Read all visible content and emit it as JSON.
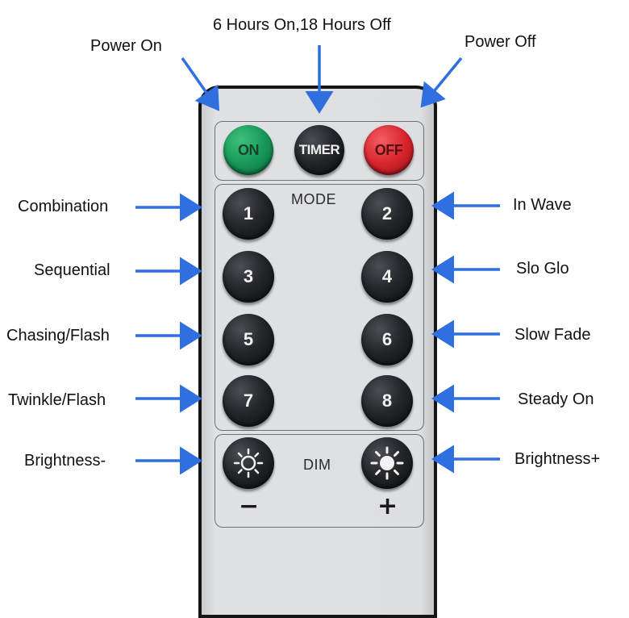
{
  "callouts": {
    "top": "6 Hours On,18 Hours Off",
    "power_on": "Power On",
    "power_off": "Power Off",
    "combination": "Combination",
    "in_wave": "In Wave",
    "sequential": "Sequential",
    "slo_glo": "Slo Glo",
    "chasing_flash": "Chasing/Flash",
    "slow_fade": "Slow Fade",
    "twinkle_flash": "Twinkle/Flash",
    "steady_on": "Steady On",
    "brightness_minus": "Brightness-",
    "brightness_plus": "Brightness+"
  },
  "remote": {
    "on_label": "ON",
    "timer_label": "TIMER",
    "off_label": "OFF",
    "mode_label": "MODE",
    "modes": [
      "1",
      "2",
      "3",
      "4",
      "5",
      "6",
      "7",
      "8"
    ],
    "dim_label": "DIM",
    "minus": "−",
    "plus": "+"
  },
  "colors": {
    "arrow": "#2f6fe0",
    "on_button": "#17985a",
    "off_button": "#d8252d",
    "mode_button": "#1c1d20"
  }
}
